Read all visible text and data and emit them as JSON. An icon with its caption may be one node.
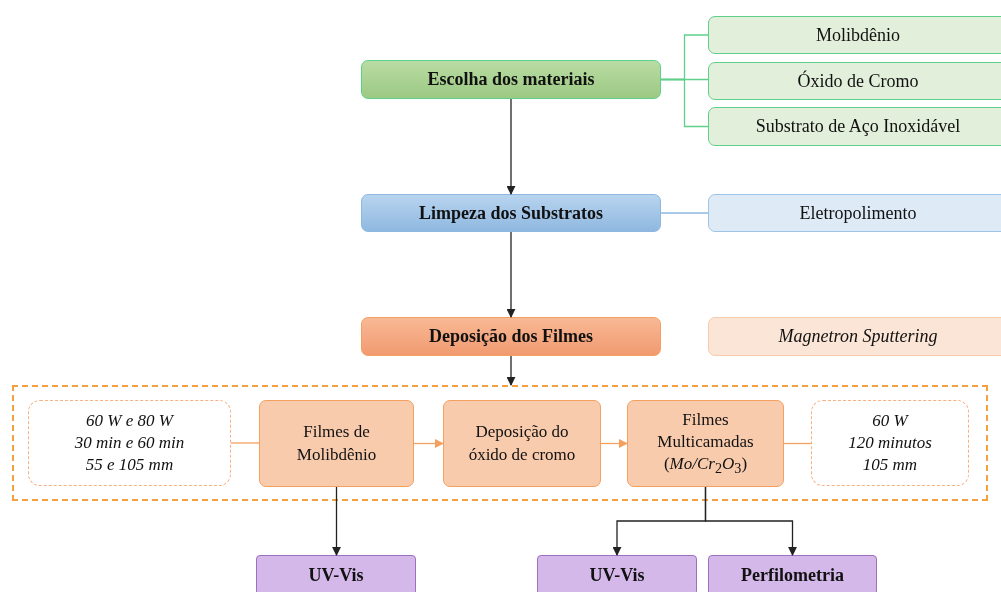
{
  "diagram": {
    "nodes": [
      {
        "text": [
          "Escolha dos materiais"
        ]
      },
      {
        "text": [
          "Molibdênio"
        ]
      },
      {
        "text": [
          "Óxido de Cromo"
        ]
      },
      {
        "text": [
          "Substrato de Aço Inoxidável"
        ]
      },
      {
        "text": [
          "Limpeza dos Substratos"
        ]
      },
      {
        "text": [
          "Eletropolimento"
        ]
      },
      {
        "text": [
          "Deposição dos Filmes"
        ]
      },
      {
        "text": [
          "Magnetron Sputtering"
        ]
      },
      {
        "text": [],
        "shape": "box"
      },
      {
        "text": [
          "60 W e 80 W",
          "30 min e 60 min",
          "55 e 105 mm"
        ],
        "in": 8
      },
      {
        "text": [
          "Filmes de Molibdênio"
        ],
        "in": 8
      },
      {
        "text": [
          "Deposição do óxido de cromo"
        ],
        "in": 8
      },
      {
        "text": [
          "Filmes Multicamadas (*Mo/Cr*$_{2}$*O*$_{3}$)"
        ],
        "in": 8
      },
      {
        "text": [
          "60 W",
          "120 minutos",
          "105 mm"
        ],
        "in": 8
      },
      {
        "text": [
          "UV-Vis"
        ]
      },
      {
        "text": [
          "UV-Vis"
        ]
      },
      {
        "text": [
          "Perfilometria"
        ]
      }
    ],
    "edges": [
      {
        "from": 0,
        "to": 1,
        "arrow": "none",
        "color": "#5fd08a"
      },
      {
        "from": 0,
        "to": 2,
        "arrow": "none",
        "color": "#5fd08a"
      },
      {
        "from": 0,
        "to": 3,
        "arrow": "none",
        "color": "#5fd08a"
      },
      {
        "from": 0,
        "to": 4,
        "arrow": "to"
      },
      {
        "from": 4,
        "to": 5,
        "arrow": "none",
        "color": "#8fb8e0"
      },
      {
        "from": 4,
        "to": 6,
        "arrow": "to"
      },
      {
        "from": 6,
        "to": 8,
        "arrow": "to"
      },
      {
        "from": 9,
        "to": 10,
        "arrow": "none",
        "color": "#f4a060"
      },
      {
        "from": 10,
        "to": 11,
        "arrow": "to",
        "color": "#f4a060"
      },
      {
        "from": 11,
        "to": 12,
        "arrow": "to",
        "color": "#f4a060"
      },
      {
        "from": 12,
        "to": 13,
        "arrow": "none",
        "color": "#f4a060"
      },
      {
        "from": 10,
        "to": 14,
        "arrow": "to"
      },
      {
        "from": 12,
        "to": 15,
        "arrow": "to"
      },
      {
        "from": 12,
        "to": 16,
        "arrow": "to"
      }
    ]
  }
}
